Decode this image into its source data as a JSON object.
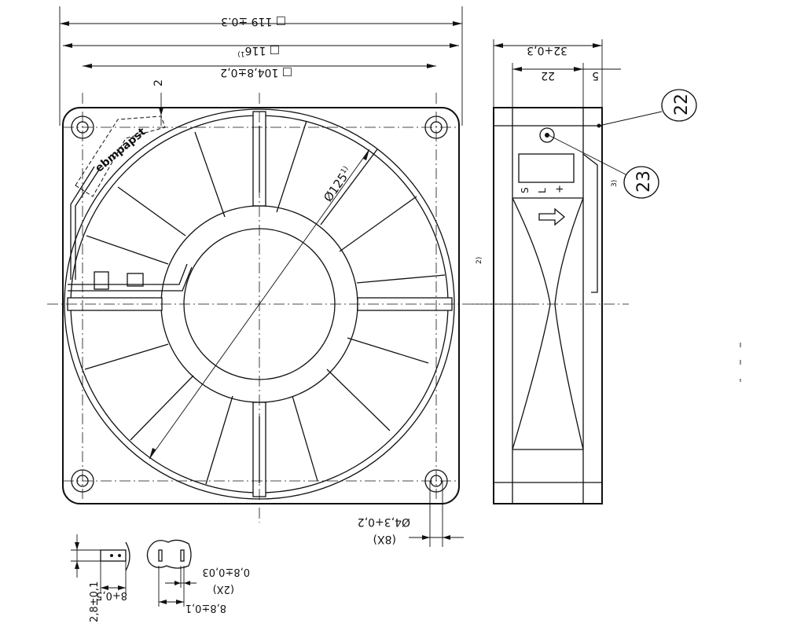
{
  "dimensions": {
    "overall_width": "119 ±0.3",
    "outer_width": "116",
    "outer_width_note": "1)",
    "hole_pitch": "104,8±0,2",
    "square_symbol": "□",
    "offset_top": "2",
    "diameter": "Ø125",
    "diameter_note": "1)",
    "side_note_2": "2)",
    "side_note_3": "3)",
    "depth_total": "32+0,3",
    "depth_body": "22",
    "depth_flange": "5",
    "hole_diameter": "Ø4,3+0,2",
    "hole_count": "(8X)",
    "terminal_height": "2,8±0,1",
    "terminal_length": "8+0,5",
    "tab_thickness": "0,8±0,03",
    "tab_width": "8,8±0,1",
    "tab_count": "(2X)"
  },
  "callouts": [
    "22",
    "23"
  ],
  "brand_logo": "ebmpapst",
  "terminal_marks": [
    "S",
    "L",
    "+"
  ],
  "flow_arrow_icon": "arrow-right-icon"
}
